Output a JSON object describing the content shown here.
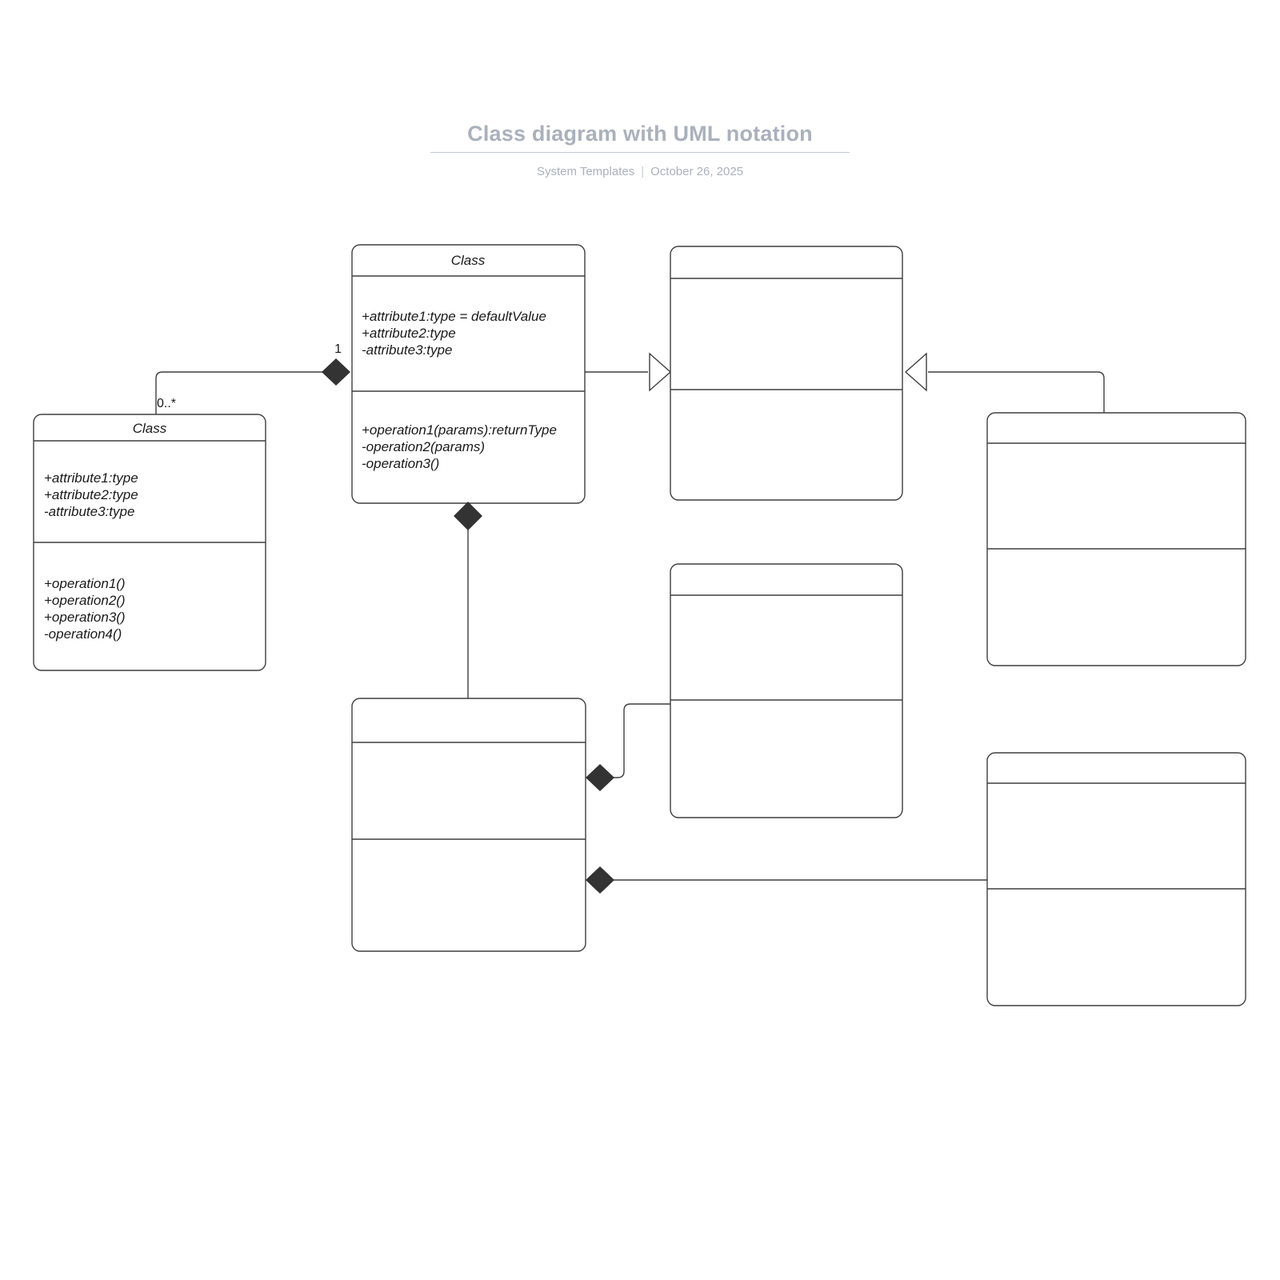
{
  "header": {
    "title": "Class diagram with UML notation",
    "author": "System Templates",
    "separator": "|",
    "date": "October 26, 2025"
  },
  "diagram": {
    "type": "uml-class-diagram",
    "classes": [
      {
        "id": "class-left",
        "name": "Class",
        "attributes": [
          "+attribute1:type",
          "+attribute2:type",
          "-attribute3:type"
        ],
        "operations": [
          "+operation1()",
          "+operation2()",
          "+operation3()",
          "-operation4()"
        ]
      },
      {
        "id": "class-main",
        "name": "Class",
        "attributes": [
          "+attribute1:type = defaultValue",
          "+attribute2:type",
          "-attribute3:type"
        ],
        "operations": [
          "+operation1(params):returnType",
          "-operation2(params)",
          "-operation3()"
        ]
      },
      {
        "id": "class-top-right",
        "name": "",
        "attributes": [],
        "operations": []
      },
      {
        "id": "class-right-upper",
        "name": "",
        "attributes": [],
        "operations": []
      },
      {
        "id": "class-mid-right",
        "name": "",
        "attributes": [],
        "operations": []
      },
      {
        "id": "class-bottom-center",
        "name": "",
        "attributes": [],
        "operations": []
      },
      {
        "id": "class-bottom-right",
        "name": "",
        "attributes": [],
        "operations": []
      }
    ],
    "multiplicities": {
      "left_to_main_source": "0..*",
      "left_to_main_target": "1"
    },
    "relationships": [
      {
        "kind": "composition",
        "from": "class-main",
        "to": "class-left"
      },
      {
        "kind": "generalization",
        "from": "class-main",
        "to": "class-top-right"
      },
      {
        "kind": "generalization",
        "from": "class-right-upper",
        "to": "class-top-right"
      },
      {
        "kind": "composition",
        "from": "class-main",
        "to": "class-bottom-center"
      },
      {
        "kind": "composition",
        "from": "class-bottom-center",
        "to": "class-mid-right"
      },
      {
        "kind": "composition",
        "from": "class-bottom-center",
        "to": "class-bottom-right"
      }
    ],
    "colors": {
      "stroke": "#3f3f3f",
      "fill": "#ffffff",
      "diamond": "#333333",
      "header_text": "#aab1bc"
    }
  }
}
